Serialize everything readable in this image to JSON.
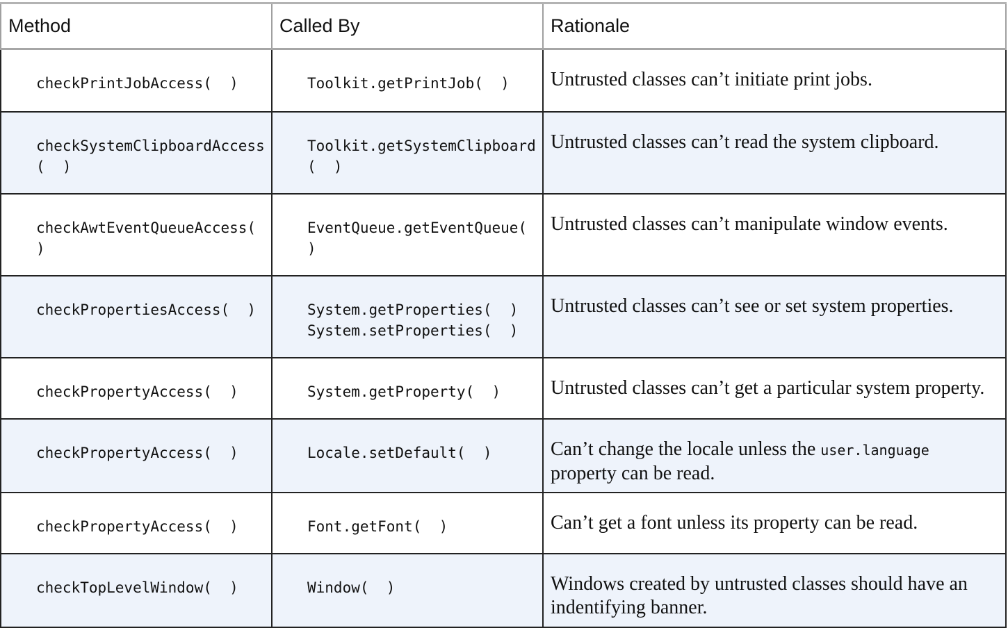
{
  "headers": {
    "method": "Method",
    "called_by": "Called By",
    "rationale": "Rationale"
  },
  "rows": [
    {
      "method": "checkPrintJobAccess(  )",
      "called_by": [
        "Toolkit.getPrintJob(  )"
      ],
      "rationale": "Untrusted classes can’t initiate print jobs."
    },
    {
      "method": "checkSystemClipboardAccess(  )",
      "called_by": [
        "Toolkit.getSystemClipboard(  )"
      ],
      "rationale": "Untrusted classes can’t read the system clipboard."
    },
    {
      "method": "checkAwtEventQueueAccess(  )",
      "called_by": [
        "EventQueue.getEventQueue(  )"
      ],
      "rationale": "Untrusted classes can’t manipulate window events."
    },
    {
      "method": "checkPropertiesAccess(  )",
      "called_by": [
        "System.getProperties(  )",
        "System.setProperties(  )"
      ],
      "rationale": "Untrusted classes can’t see or set system properties."
    },
    {
      "method": "checkPropertyAccess(  )",
      "called_by": [
        "System.getProperty(  )"
      ],
      "rationale": "Untrusted classes can’t get a particular system property."
    },
    {
      "method": "checkPropertyAccess(  )",
      "called_by": [
        "Locale.setDefault(  )"
      ],
      "rationale_pre": "Can’t change the locale unless the ",
      "rationale_code": "user.language",
      "rationale_post": " property can be read."
    },
    {
      "method": "checkPropertyAccess(  )",
      "called_by": [
        "Font.getFont(  )"
      ],
      "rationale": "Can’t get a font unless its property can be read."
    },
    {
      "method": "checkTopLevelWindow(  )",
      "called_by": [
        "Window(  )"
      ],
      "rationale": "Windows created by untrusted classes should have an indentifying banner."
    }
  ]
}
